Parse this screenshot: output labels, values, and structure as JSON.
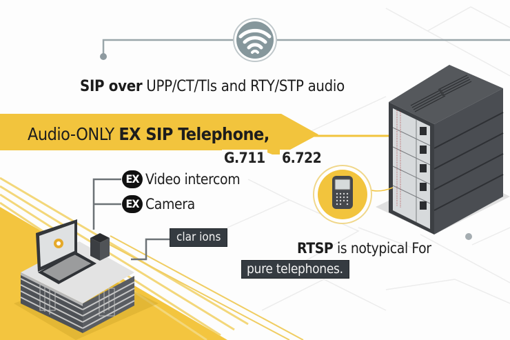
{
  "diagram": {
    "top_line": {
      "icon": "wifi-icon",
      "bold": "SIP over",
      "text": " UPP/CT/Tls and RTY/STP audio"
    },
    "banner": {
      "prefix": "Audio-ONLY ",
      "bold": "EX SIP Telephone,",
      "color": "#f2c43d",
      "codecs": [
        "G.711",
        "6.722"
      ]
    },
    "devices": {
      "badge": "EX",
      "items": [
        {
          "label": "Video intercom",
          "icon": "ex-badge-icon"
        },
        {
          "label": "Camera",
          "icon": "ex-badge-icon"
        }
      ]
    },
    "clarifications_label": "clar ions",
    "note": {
      "bold": "RTSP",
      "text": " is notypical For",
      "highlight": "pure telephones."
    },
    "icons": {
      "server": "server-rack-icon",
      "phone": "desk-phone-icon",
      "workstation": "laptop-building-icon",
      "camera": "camera-box-icon"
    },
    "colors": {
      "accent_yellow": "#f2c43d",
      "connector_gray": "#9aa6aa",
      "dark_label": "#353b41",
      "server_gray": "#4a4d52"
    }
  }
}
